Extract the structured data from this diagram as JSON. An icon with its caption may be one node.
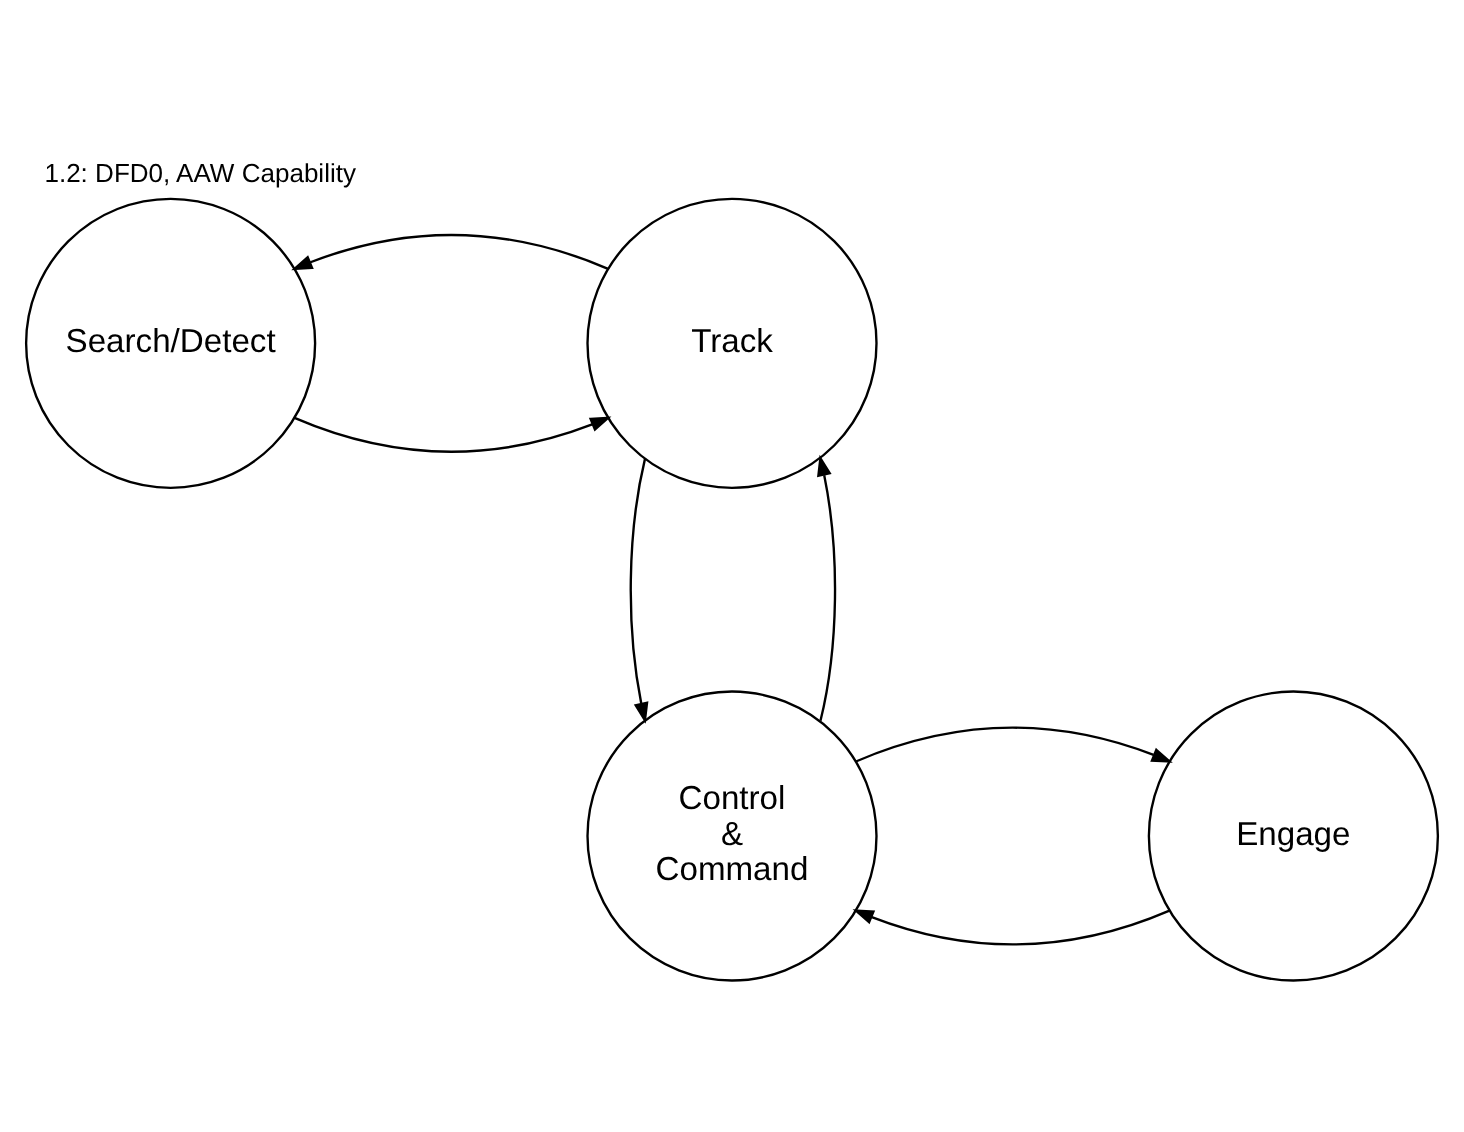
{
  "diagram": {
    "title": "1.2: DFD0, AAW Capability",
    "nodes": [
      {
        "text": [
          "Search/Detect"
        ]
      },
      {
        "text": [
          "Track"
        ]
      },
      {
        "text": [
          "Engage"
        ]
      },
      {
        "text": [
          "Control & Command"
        ]
      }
    ],
    "edges": [
      {
        "from": 0,
        "to": 1,
        "arrow": "to"
      },
      {
        "from": 1,
        "to": 0,
        "arrow": "to"
      },
      {
        "from": 1,
        "to": 3,
        "arrow": "to"
      },
      {
        "from": 3,
        "to": 1,
        "arrow": "to"
      },
      {
        "from": 2,
        "to": 3,
        "arrow": "to"
      },
      {
        "from": 3,
        "to": 2,
        "arrow": "to"
      }
    ]
  }
}
